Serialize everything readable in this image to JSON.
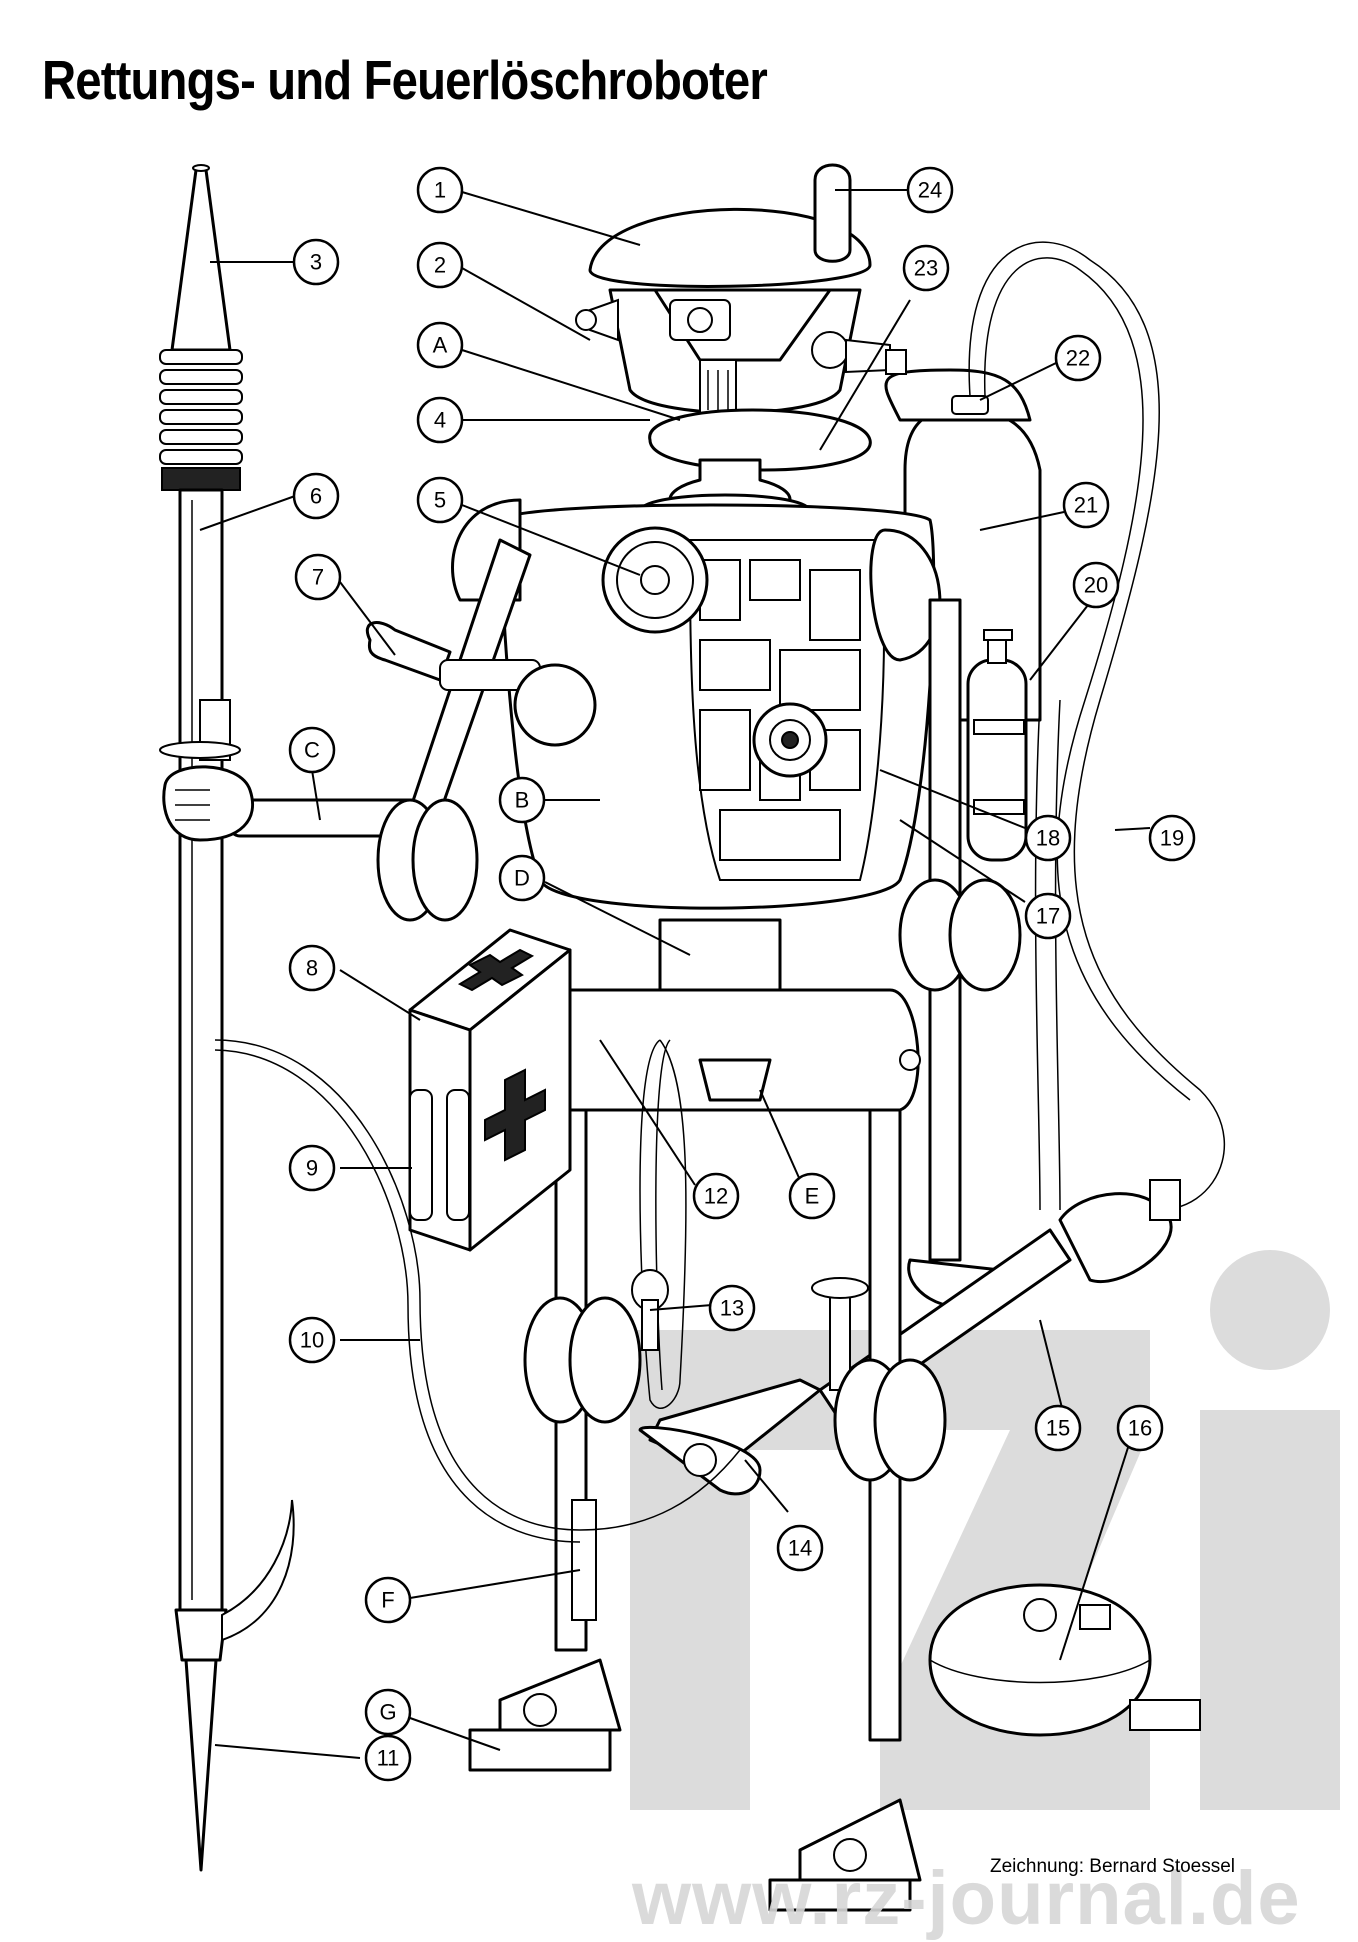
{
  "title": "Rettungs- und Feuerlöschroboter",
  "credit": "Zeichnung: Bernard Stoessel",
  "watermark": {
    "logo_text": "rzi",
    "url": "www.rz-journal.de",
    "color": "#d6d6d6"
  },
  "labels": [
    "1",
    "2",
    "A",
    "4",
    "5",
    "7",
    "C",
    "B",
    "D",
    "8",
    "9",
    "10",
    "F",
    "G",
    "11",
    "3",
    "6",
    "12",
    "E",
    "13",
    "14",
    "15",
    "16",
    "17",
    "18",
    "19",
    "20",
    "21",
    "22",
    "23",
    "24"
  ],
  "colors": {
    "ink": "#000000",
    "paper": "#ffffff"
  }
}
